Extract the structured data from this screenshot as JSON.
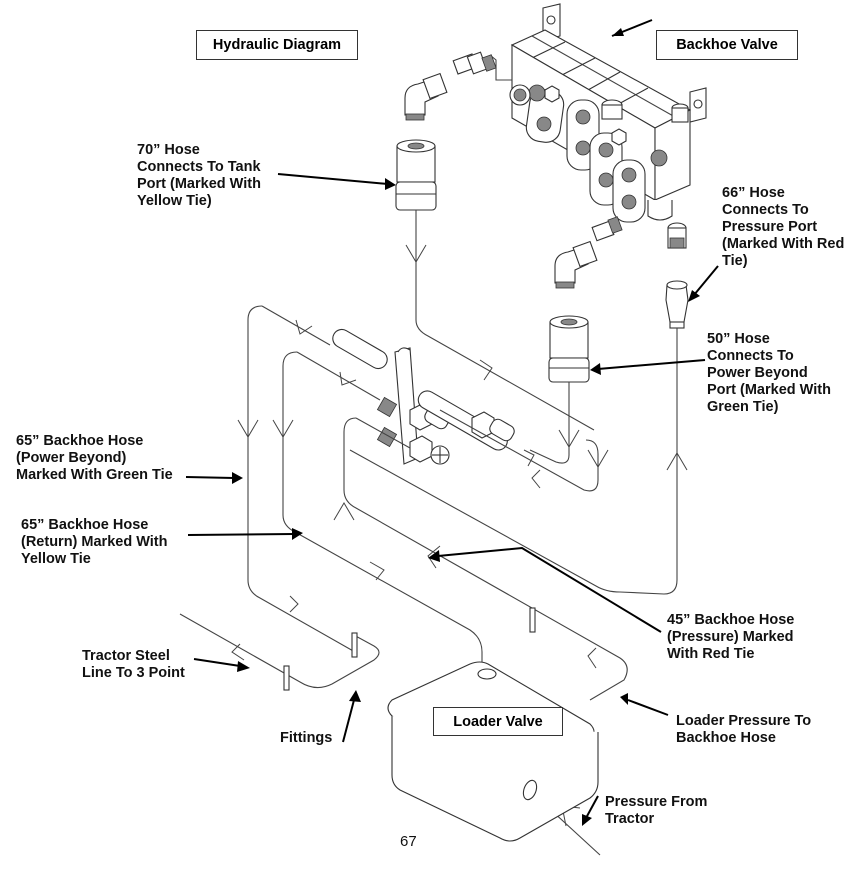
{
  "title": "Hydraulic Diagram",
  "components": {
    "backhoe_valve": "Backhoe Valve",
    "loader_valve": "Loader Valve"
  },
  "callouts": {
    "hose_70": "70” Hose\nConnects To Tank\nPort (Marked With\nYellow Tie)",
    "hose_66": "66” Hose\nConnects To\nPressure Port\n(Marked With Red\nTie)",
    "hose_50": "50” Hose\nConnects To\nPower Beyond\nPort (Marked With\nGreen Tie)",
    "hose_65_power_beyond": "65” Backhoe Hose\n(Power Beyond)\nMarked With Green Tie",
    "hose_65_return": "65” Backhoe Hose\n(Return) Marked With\nYellow Tie",
    "hose_45_pressure": "45” Backhoe Hose\n(Pressure) Marked\nWith Red Tie",
    "tractor_steel_line": "Tractor Steel\nLine To 3 Point",
    "fittings": "Fittings",
    "loader_pressure_to_backhoe": "Loader Pressure To\nBackhoe Hose",
    "pressure_from_tractor": "Pressure From\nTractor"
  },
  "page_number": "67"
}
